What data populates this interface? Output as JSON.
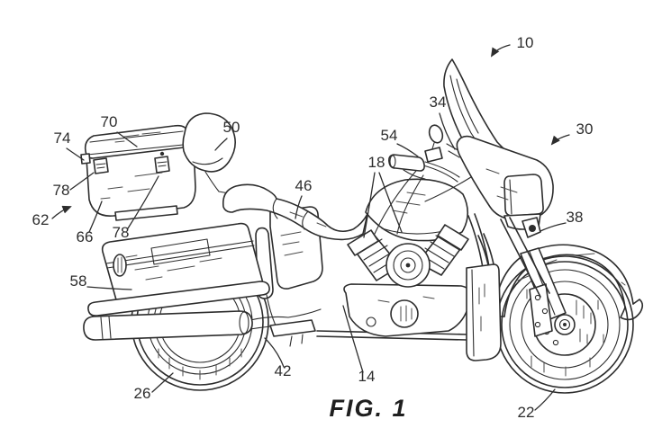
{
  "figure": {
    "caption": "FIG. 1",
    "kind": "patent line drawing",
    "subject": "touring motorcycle, left side view"
  },
  "colors": {
    "background": "#ffffff",
    "line": "#2d2d2d"
  },
  "labels": [
    {
      "text": "10"
    },
    {
      "text": "30"
    },
    {
      "text": "34"
    },
    {
      "text": "54"
    },
    {
      "text": "18"
    },
    {
      "text": "46"
    },
    {
      "text": "50"
    },
    {
      "text": "70"
    },
    {
      "text": "74"
    },
    {
      "text": "78"
    },
    {
      "text": "62"
    },
    {
      "text": "66"
    },
    {
      "text": "78"
    },
    {
      "text": "58"
    },
    {
      "text": "26"
    },
    {
      "text": "42"
    },
    {
      "text": "14"
    },
    {
      "text": "38"
    },
    {
      "text": "22"
    }
  ]
}
